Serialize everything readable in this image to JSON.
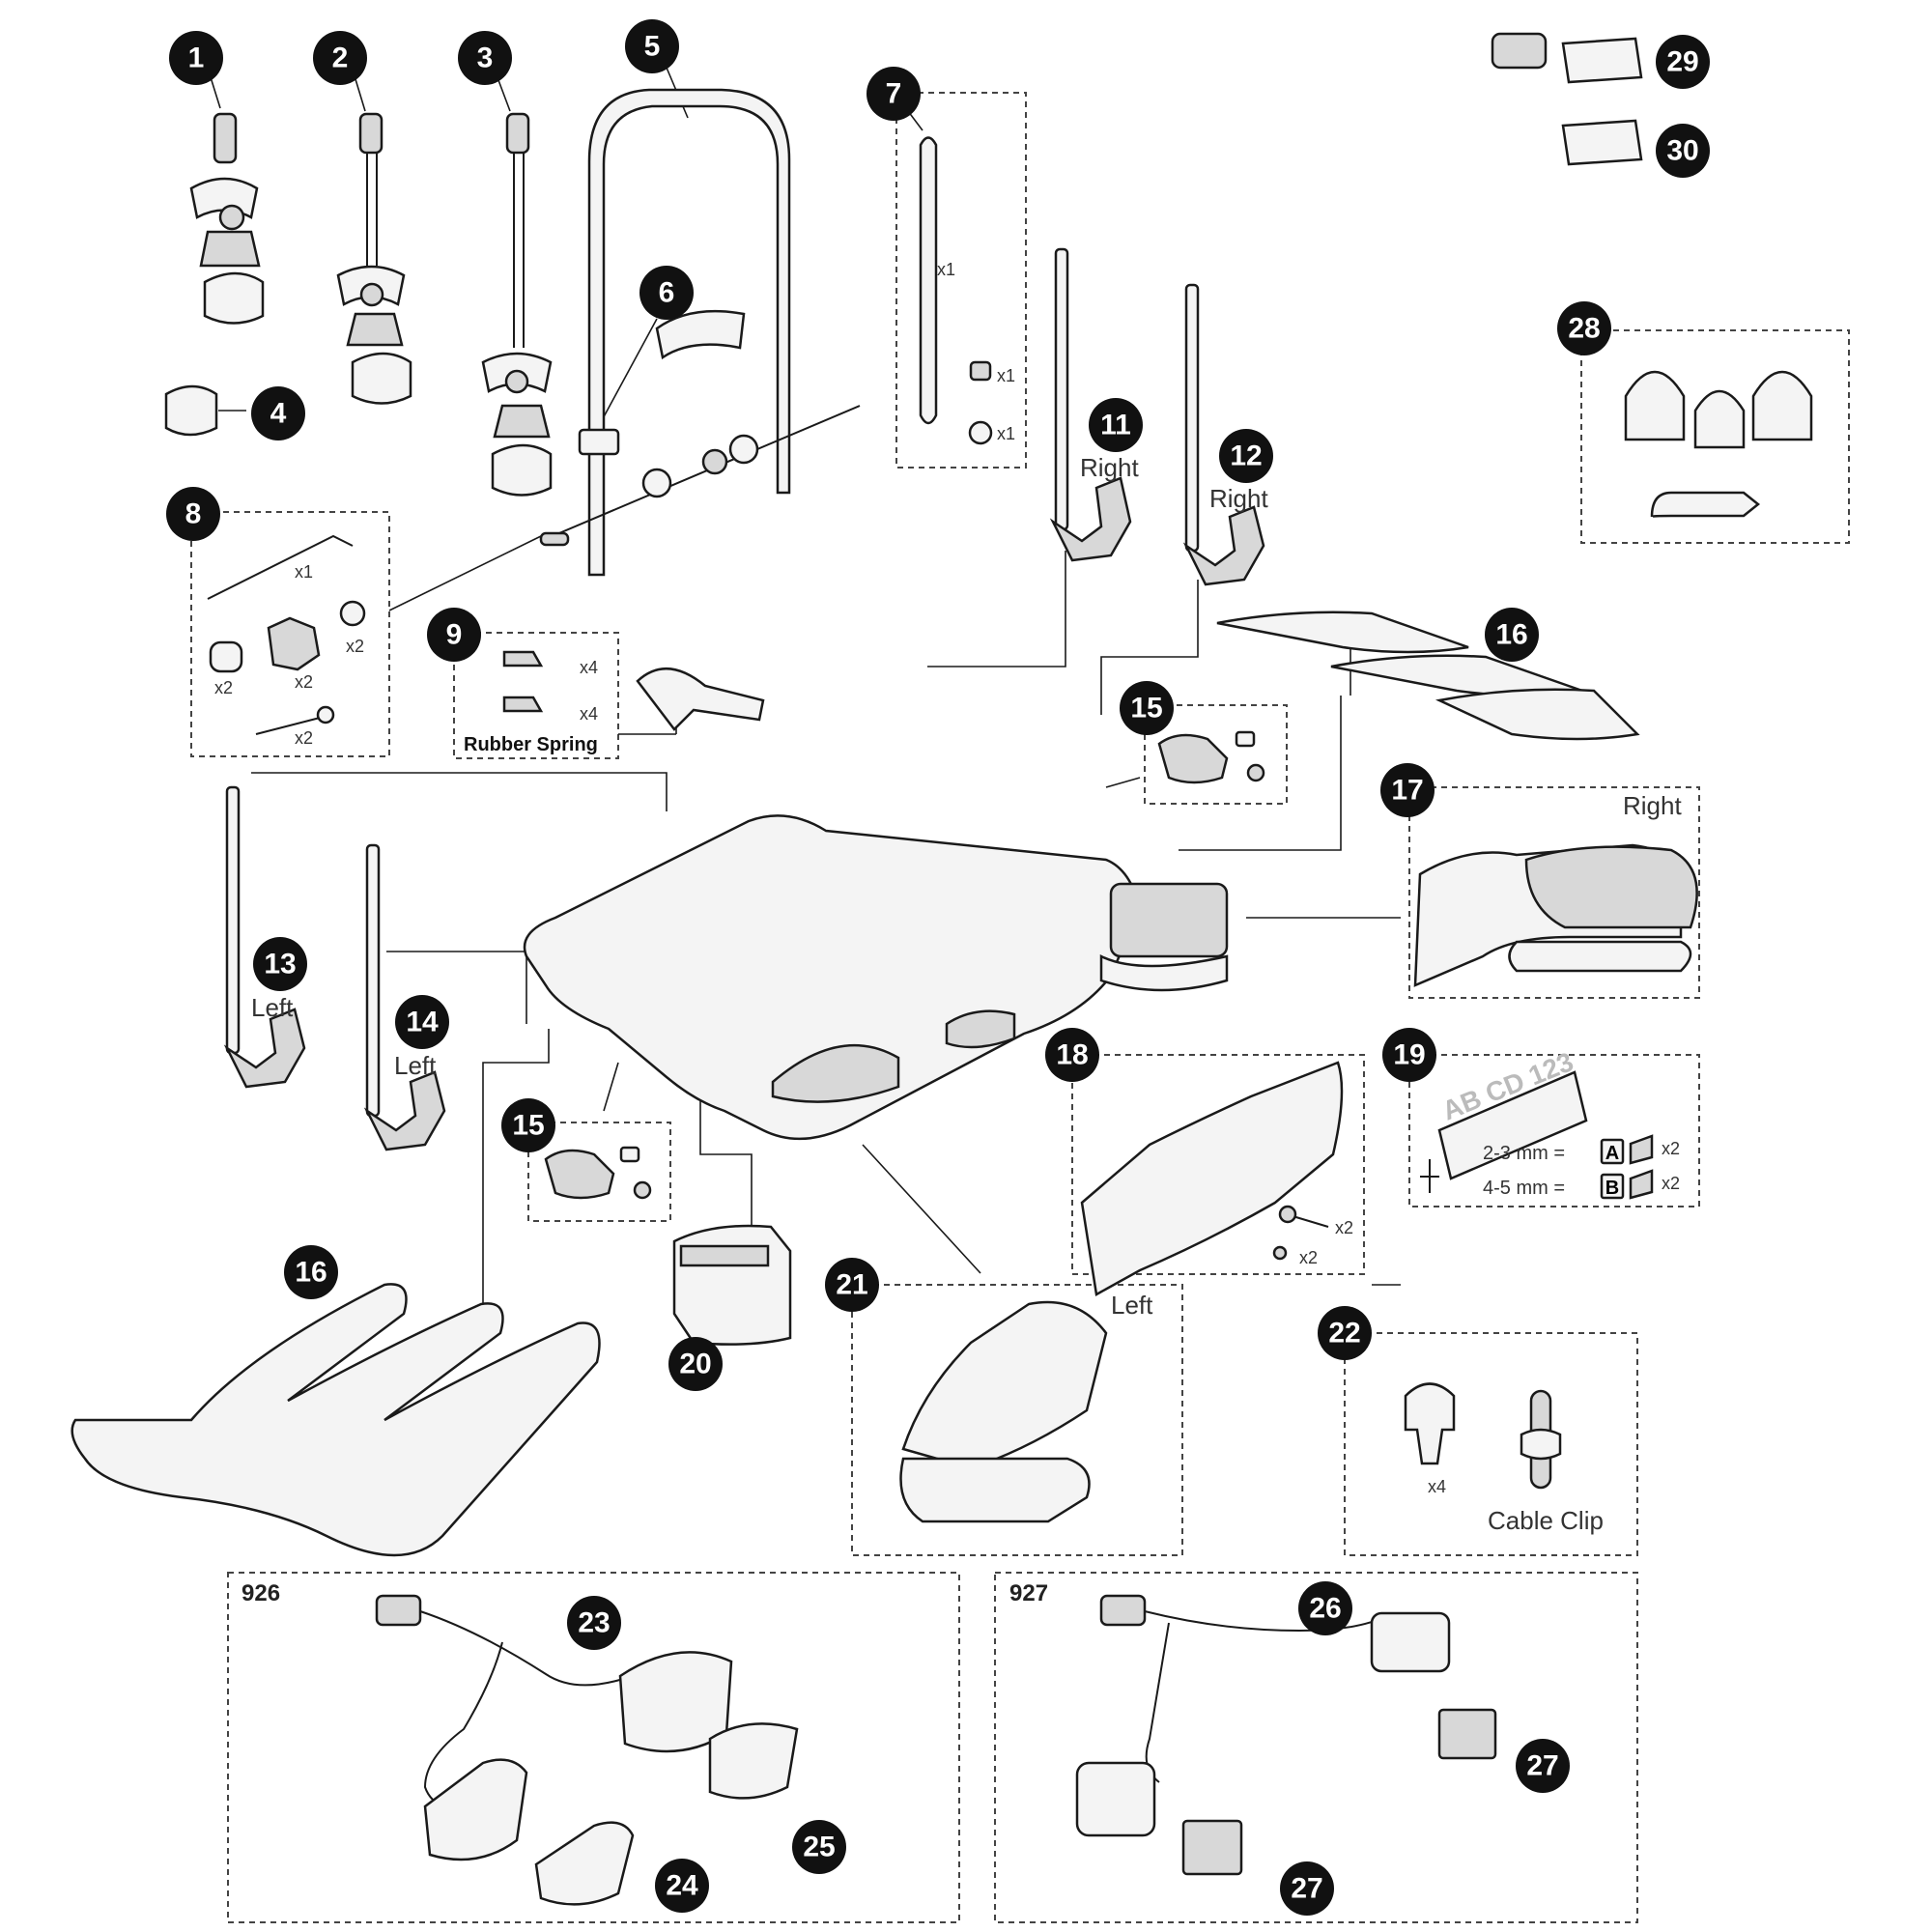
{
  "diagram": {
    "callouts": [
      {
        "id": "1",
        "name": "callout-1"
      },
      {
        "id": "2",
        "name": "callout-2"
      },
      {
        "id": "3",
        "name": "callout-3"
      },
      {
        "id": "4",
        "name": "callout-4"
      },
      {
        "id": "5",
        "name": "callout-5"
      },
      {
        "id": "6",
        "name": "callout-6"
      },
      {
        "id": "7",
        "name": "callout-7"
      },
      {
        "id": "8",
        "name": "callout-8"
      },
      {
        "id": "9",
        "name": "callout-9"
      },
      {
        "id": "11",
        "name": "callout-11"
      },
      {
        "id": "12",
        "name": "callout-12"
      },
      {
        "id": "13",
        "name": "callout-13"
      },
      {
        "id": "14",
        "name": "callout-14"
      },
      {
        "id": "15",
        "name": "callout-15-top"
      },
      {
        "id": "15",
        "name": "callout-15-bottom"
      },
      {
        "id": "16",
        "name": "callout-16-top"
      },
      {
        "id": "16",
        "name": "callout-16-bottom"
      },
      {
        "id": "17",
        "name": "callout-17"
      },
      {
        "id": "18",
        "name": "callout-18"
      },
      {
        "id": "19",
        "name": "callout-19"
      },
      {
        "id": "20",
        "name": "callout-20"
      },
      {
        "id": "21",
        "name": "callout-21"
      },
      {
        "id": "22",
        "name": "callout-22"
      },
      {
        "id": "23",
        "name": "callout-23"
      },
      {
        "id": "24",
        "name": "callout-24"
      },
      {
        "id": "25",
        "name": "callout-25"
      },
      {
        "id": "26",
        "name": "callout-26"
      },
      {
        "id": "27",
        "name": "callout-27-top"
      },
      {
        "id": "27",
        "name": "callout-27-bottom"
      },
      {
        "id": "28",
        "name": "callout-28"
      },
      {
        "id": "29",
        "name": "callout-29"
      },
      {
        "id": "30",
        "name": "callout-30"
      }
    ],
    "labels": {
      "right_11": "Right",
      "right_12": "Right",
      "left_13": "Left",
      "left_14": "Left",
      "right_17": "Right",
      "left_21": "Left",
      "rubber_spring": "Rubber Spring",
      "cable_clip": "Cable Clip",
      "plate": "AB CD 123",
      "thick_a": "2-3 mm =",
      "thick_b": "4-5 mm =",
      "letter_a": "A",
      "letter_b": "B",
      "kit_926": "926",
      "kit_927": "927"
    },
    "quantities": {
      "q7_strap": "x1",
      "q7_nut": "x1",
      "q7_washer": "x1",
      "q8_key": "x1",
      "q8_spacer": "x2",
      "q8_knob": "x2",
      "q8_washer": "x2",
      "q8_bolt": "x2",
      "q9_a": "x4",
      "q9_b": "x4",
      "q18_bolt": "x2",
      "q18_screw": "x2",
      "q19_a": "x2",
      "q19_b": "x2",
      "q22_clip": "x4"
    }
  }
}
